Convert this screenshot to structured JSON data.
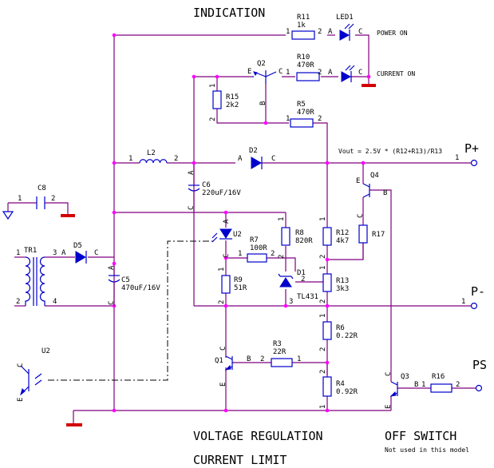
{
  "headings": {
    "indication": "INDICATION",
    "voltage_regulation": "VOLTAGE REGULATION",
    "current_limit": "CURRENT LIMIT",
    "off_switch": "OFF SWITCH",
    "off_switch_note": "Not used in this model"
  },
  "formula": "Vout = 2.5V * (R12+R13)/R13",
  "terminals": {
    "p_plus": "P+",
    "p_minus": "P-",
    "ps": "PS"
  },
  "components": {
    "r11": {
      "ref": "R11",
      "value": "1k"
    },
    "led1": {
      "ref": "LED1",
      "label": "POWER ON"
    },
    "current_on": "CURRENT ON",
    "q2": {
      "ref": "Q2"
    },
    "r10": {
      "ref": "R10",
      "value": "470R"
    },
    "r15": {
      "ref": "R15",
      "value": "2k2"
    },
    "r5": {
      "ref": "R5",
      "value": "470R"
    },
    "l2": {
      "ref": "L2"
    },
    "d2": {
      "ref": "D2"
    },
    "c8": {
      "ref": "C8"
    },
    "c6": {
      "ref": "C6",
      "value": "220uF/16V"
    },
    "q4": {
      "ref": "Q4"
    },
    "u2": {
      "ref": "U2"
    },
    "r8": {
      "ref": "R8",
      "value": "820R"
    },
    "r12": {
      "ref": "R12",
      "value": "4k7"
    },
    "r17": {
      "ref": "R17"
    },
    "tr1": {
      "ref": "TR1"
    },
    "d5": {
      "ref": "D5"
    },
    "r7": {
      "ref": "R7",
      "value": "100R"
    },
    "d1": {
      "ref": "D1",
      "value": "TL431"
    },
    "r13": {
      "ref": "R13",
      "value": "3k3"
    },
    "c5": {
      "ref": "C5",
      "value": "470uF/16V"
    },
    "r9": {
      "ref": "R9",
      "value": "51R"
    },
    "r6": {
      "ref": "R6",
      "value": "0.22R"
    },
    "r3": {
      "ref": "R3",
      "value": "22R"
    },
    "q1": {
      "ref": "Q1"
    },
    "q3": {
      "ref": "Q3"
    },
    "r16": {
      "ref": "R16"
    },
    "r4": {
      "ref": "R4",
      "value": "0.92R"
    },
    "u2_opto": {
      "ref": "U2"
    }
  },
  "pins": {
    "one": "1",
    "two": "2",
    "three": "3",
    "four": "4",
    "a": "A",
    "c": "C",
    "e": "E",
    "b": "B"
  },
  "colors": {
    "wire": "#800080",
    "component": "#0000cc",
    "junction": "#ff00ff",
    "ground": "#d40000"
  }
}
